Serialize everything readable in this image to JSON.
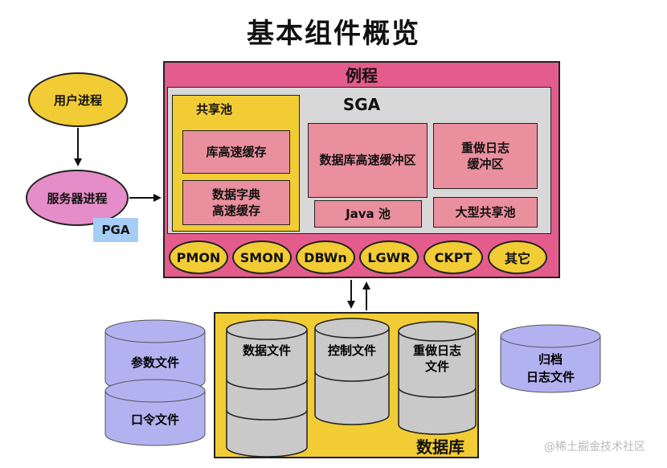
{
  "title": "基本组件概览",
  "instance": {
    "label": "例程"
  },
  "sga": {
    "label": "SGA",
    "shared_pool": {
      "label": "共享池",
      "library_cache": "库高速缓存",
      "data_dictionary_cache_line1": "数据字典",
      "data_dictionary_cache_line2": "高速缓存"
    },
    "db_buffer_cache": "数据库高速缓冲区",
    "redo_log_buffer_line1": "重做日志",
    "redo_log_buffer_line2": "缓冲区",
    "java_pool": "Java 池",
    "large_pool": "大型共享池"
  },
  "background_processes": [
    "PMON",
    "SMON",
    "DBWn",
    "LGWR",
    "CKPT",
    "其它"
  ],
  "user_process": "用户进程",
  "server_process": "服务器进程",
  "pga": "PGA",
  "database": {
    "label": "数据库",
    "data_files": "数据文件",
    "control_files": "控制文件",
    "redo_log_files_line1": "重做日志",
    "redo_log_files_line2": "文件"
  },
  "external_files": {
    "parameter_file": "参数文件",
    "password_file": "口令文件",
    "archived_line1": "归档",
    "archived_line2": "日志文件"
  },
  "watermark": "@稀土掘金技术社区",
  "colors": {
    "instance": "#e45c8c",
    "sga": "#d8d8d8",
    "shared_pool": "#f2cc34",
    "cache_box": "#ea8f9d",
    "server_process": "#e58dc8",
    "pga": "#a6cdf5",
    "cylinder_gray": "#c9c9c9",
    "cylinder_purple": "#b3b2f1"
  }
}
